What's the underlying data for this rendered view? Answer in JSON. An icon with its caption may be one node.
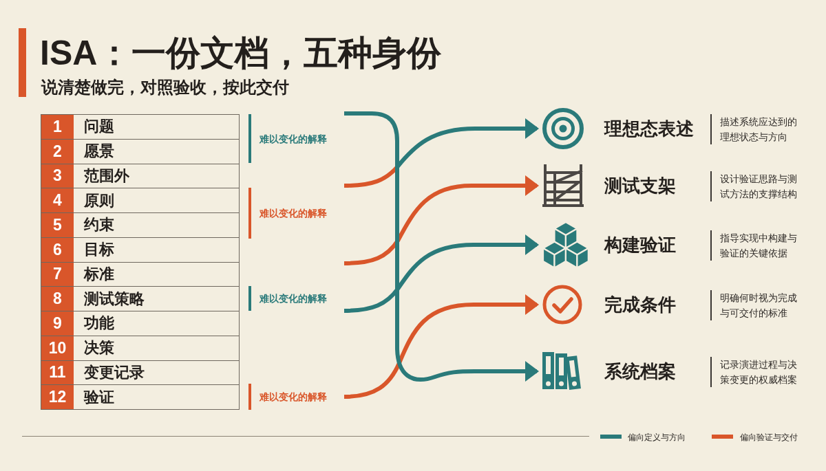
{
  "diagram": {
    "title": "ISA：一份文档，五种身份",
    "nodes": [
      {
        "text": [
          "1",
          "问题"
        ]
      },
      {
        "text": [
          "2",
          "愿景"
        ]
      },
      {
        "text": [
          "3",
          "范围外"
        ]
      },
      {
        "text": [
          "4",
          "原则"
        ]
      },
      {
        "text": [
          "5",
          "约束"
        ]
      },
      {
        "text": [
          "6",
          "目标"
        ]
      },
      {
        "text": [
          "7",
          "标准"
        ]
      },
      {
        "text": [
          "8",
          "测试策略"
        ]
      },
      {
        "text": [
          "9",
          "功能"
        ]
      },
      {
        "text": [
          "10",
          "决策"
        ]
      },
      {
        "text": [
          "11",
          "变更记录"
        ]
      },
      {
        "text": [
          "12",
          "验证"
        ]
      },
      {
        "text": [
          "理想态表述"
        ]
      },
      {
        "text": [
          "测试支架"
        ]
      },
      {
        "text": [
          "构建验证"
        ]
      },
      {
        "text": [
          "完成条件"
        ]
      },
      {
        "text": [
          "系统档案"
        ]
      }
    ],
    "edges": [
      {
        "from": null,
        "to": 12,
        "arrow": "to",
        "color": "#2a7a7a"
      },
      {
        "from": null,
        "to": 13,
        "arrow": "to",
        "color": "#d9562a"
      },
      {
        "from": null,
        "to": 14,
        "arrow": "to",
        "color": "#2a7a7a"
      },
      {
        "from": null,
        "to": 15,
        "arrow": "to",
        "color": "#d9562a"
      },
      {
        "from": null,
        "to": 16,
        "arrow": "to",
        "color": "#2a7a7a"
      }
    ],
    "labels": [
      "说清楚做完，对照验收，按此交付",
      "难以变化的解释",
      "难以变化的解释",
      "难以变化的解释",
      "难以变化的解释",
      "描述系统应达到的理想状态与方向",
      "设计验证思路与测试方法的支撑结构",
      "指导实现中构建与验证的关键依据",
      "明确何时视为完成与可交付的标准",
      "记录演进过程与决策变更的权威档案"
    ],
    "legend": [
      {
        "text": "偏向定义与方向",
        "color": "#2a7a7a"
      },
      {
        "text": "偏向验证与交付",
        "color": "#d9562a"
      }
    ]
  }
}
